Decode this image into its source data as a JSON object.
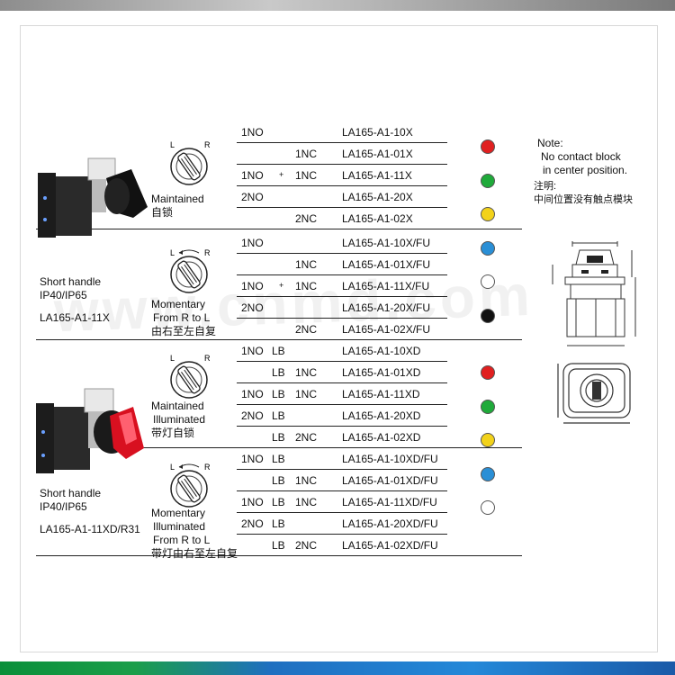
{
  "watermark": "www.cnmd.com",
  "groups": [
    {
      "device": {
        "lines": [
          "Short handle",
          "IP40/IP65"
        ],
        "model": "LA165-A1-11X"
      },
      "blocks": [
        {
          "label_lines": [
            "Maintained",
            "自锁"
          ],
          "rows": [
            {
              "c1": "1NO",
              "c2": "",
              "c3": "",
              "code": "LA165-A1-10X"
            },
            {
              "c1": "",
              "c2": "",
              "c3": "1NC",
              "code": "LA165-A1-01X"
            },
            {
              "c1": "1NO",
              "c2": "+",
              "c3": "1NC",
              "code": "LA165-A1-11X"
            },
            {
              "c1": "2NO",
              "c2": "",
              "c3": "",
              "code": "LA165-A1-20X"
            },
            {
              "c1": "",
              "c2": "",
              "c3": "2NC",
              "code": "LA165-A1-02X"
            }
          ]
        },
        {
          "label_lines": [
            "Momentary",
            "From R to L",
            "由右至左自复"
          ],
          "rows": [
            {
              "c1": "1NO",
              "c2": "",
              "c3": "",
              "code": "LA165-A1-10X/FU"
            },
            {
              "c1": "",
              "c2": "",
              "c3": "1NC",
              "code": "LA165-A1-01X/FU"
            },
            {
              "c1": "1NO",
              "c2": "+",
              "c3": "1NC",
              "code": "LA165-A1-11X/FU"
            },
            {
              "c1": "2NO",
              "c2": "",
              "c3": "",
              "code": "LA165-A1-20X/FU"
            },
            {
              "c1": "",
              "c2": "",
              "c3": "2NC",
              "code": "LA165-A1-02X/FU"
            }
          ]
        }
      ]
    },
    {
      "device": {
        "lines": [
          "Short handle",
          "IP40/IP65"
        ],
        "model": "LA165-A1-11XD/R31"
      },
      "blocks": [
        {
          "label_lines": [
            "Maintained",
            "Illuminated",
            "带灯自锁"
          ],
          "rows": [
            {
              "c1": "1NO",
              "c2": "LB",
              "c3": "",
              "code": "LA165-A1-10XD"
            },
            {
              "c1": "",
              "c2": "LB",
              "c3": "1NC",
              "code": "LA165-A1-01XD"
            },
            {
              "c1": "1NO",
              "c2": "LB",
              "c3": "1NC",
              "code": "LA165-A1-11XD"
            },
            {
              "c1": "2NO",
              "c2": "LB",
              "c3": "",
              "code": "LA165-A1-20XD"
            },
            {
              "c1": "",
              "c2": "LB",
              "c3": "2NC",
              "code": "LA165-A1-02XD"
            }
          ]
        },
        {
          "label_lines": [
            "Momentary",
            "Illuminated",
            "From R to L",
            "带灯由右至左自复"
          ],
          "rows": [
            {
              "c1": "1NO",
              "c2": "LB",
              "c3": "",
              "code": "LA165-A1-10XD/FU"
            },
            {
              "c1": "",
              "c2": "LB",
              "c3": "1NC",
              "code": "LA165-A1-01XD/FU"
            },
            {
              "c1": "1NO",
              "c2": "LB",
              "c3": "1NC",
              "code": "LA165-A1-11XD/FU"
            },
            {
              "c1": "2NO",
              "c2": "LB",
              "c3": "",
              "code": "LA165-A1-20XD/FU"
            },
            {
              "c1": "",
              "c2": "LB",
              "c3": "2NC",
              "code": "LA165-A1-02XD/FU"
            }
          ]
        }
      ]
    }
  ],
  "dial_labels": {
    "left": "L",
    "right": "R"
  },
  "color_dots_top": [
    "#e02020",
    "#1faa3a",
    "#f2d21a",
    "#2a8fd6",
    "#ffffff",
    "#111111"
  ],
  "color_dots_bottom": [
    "#e02020",
    "#1faa3a",
    "#f2d21a",
    "#2a8fd6",
    "#ffffff"
  ],
  "note": {
    "lines": [
      "Note:",
      "No contact block",
      "in center position."
    ],
    "cn_lines": [
      "注明:",
      "中间位置没有触点模块"
    ]
  }
}
